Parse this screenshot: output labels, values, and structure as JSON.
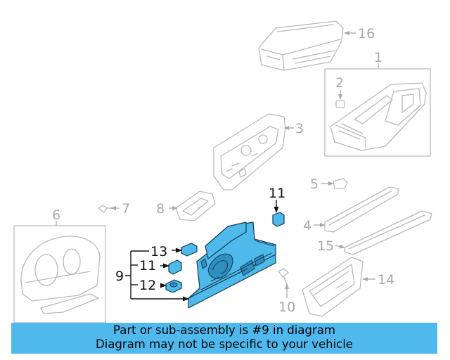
{
  "callouts": {
    "c1": "1",
    "c2": "2",
    "c3": "3",
    "c4": "4",
    "c5": "5",
    "c6": "6",
    "c7": "7",
    "c8": "8",
    "c9": "9",
    "c10": "10",
    "c11a": "11",
    "c11b": "11",
    "c12": "12",
    "c13": "13",
    "c14": "14",
    "c15": "15",
    "c16": "16"
  },
  "highlight_color": "#4fb9ea",
  "banner": {
    "color": "#4fb9ee",
    "line1": "Part or sub-assembly is #9 in diagram",
    "line2": "Diagram may not be specific to your vehicle"
  }
}
